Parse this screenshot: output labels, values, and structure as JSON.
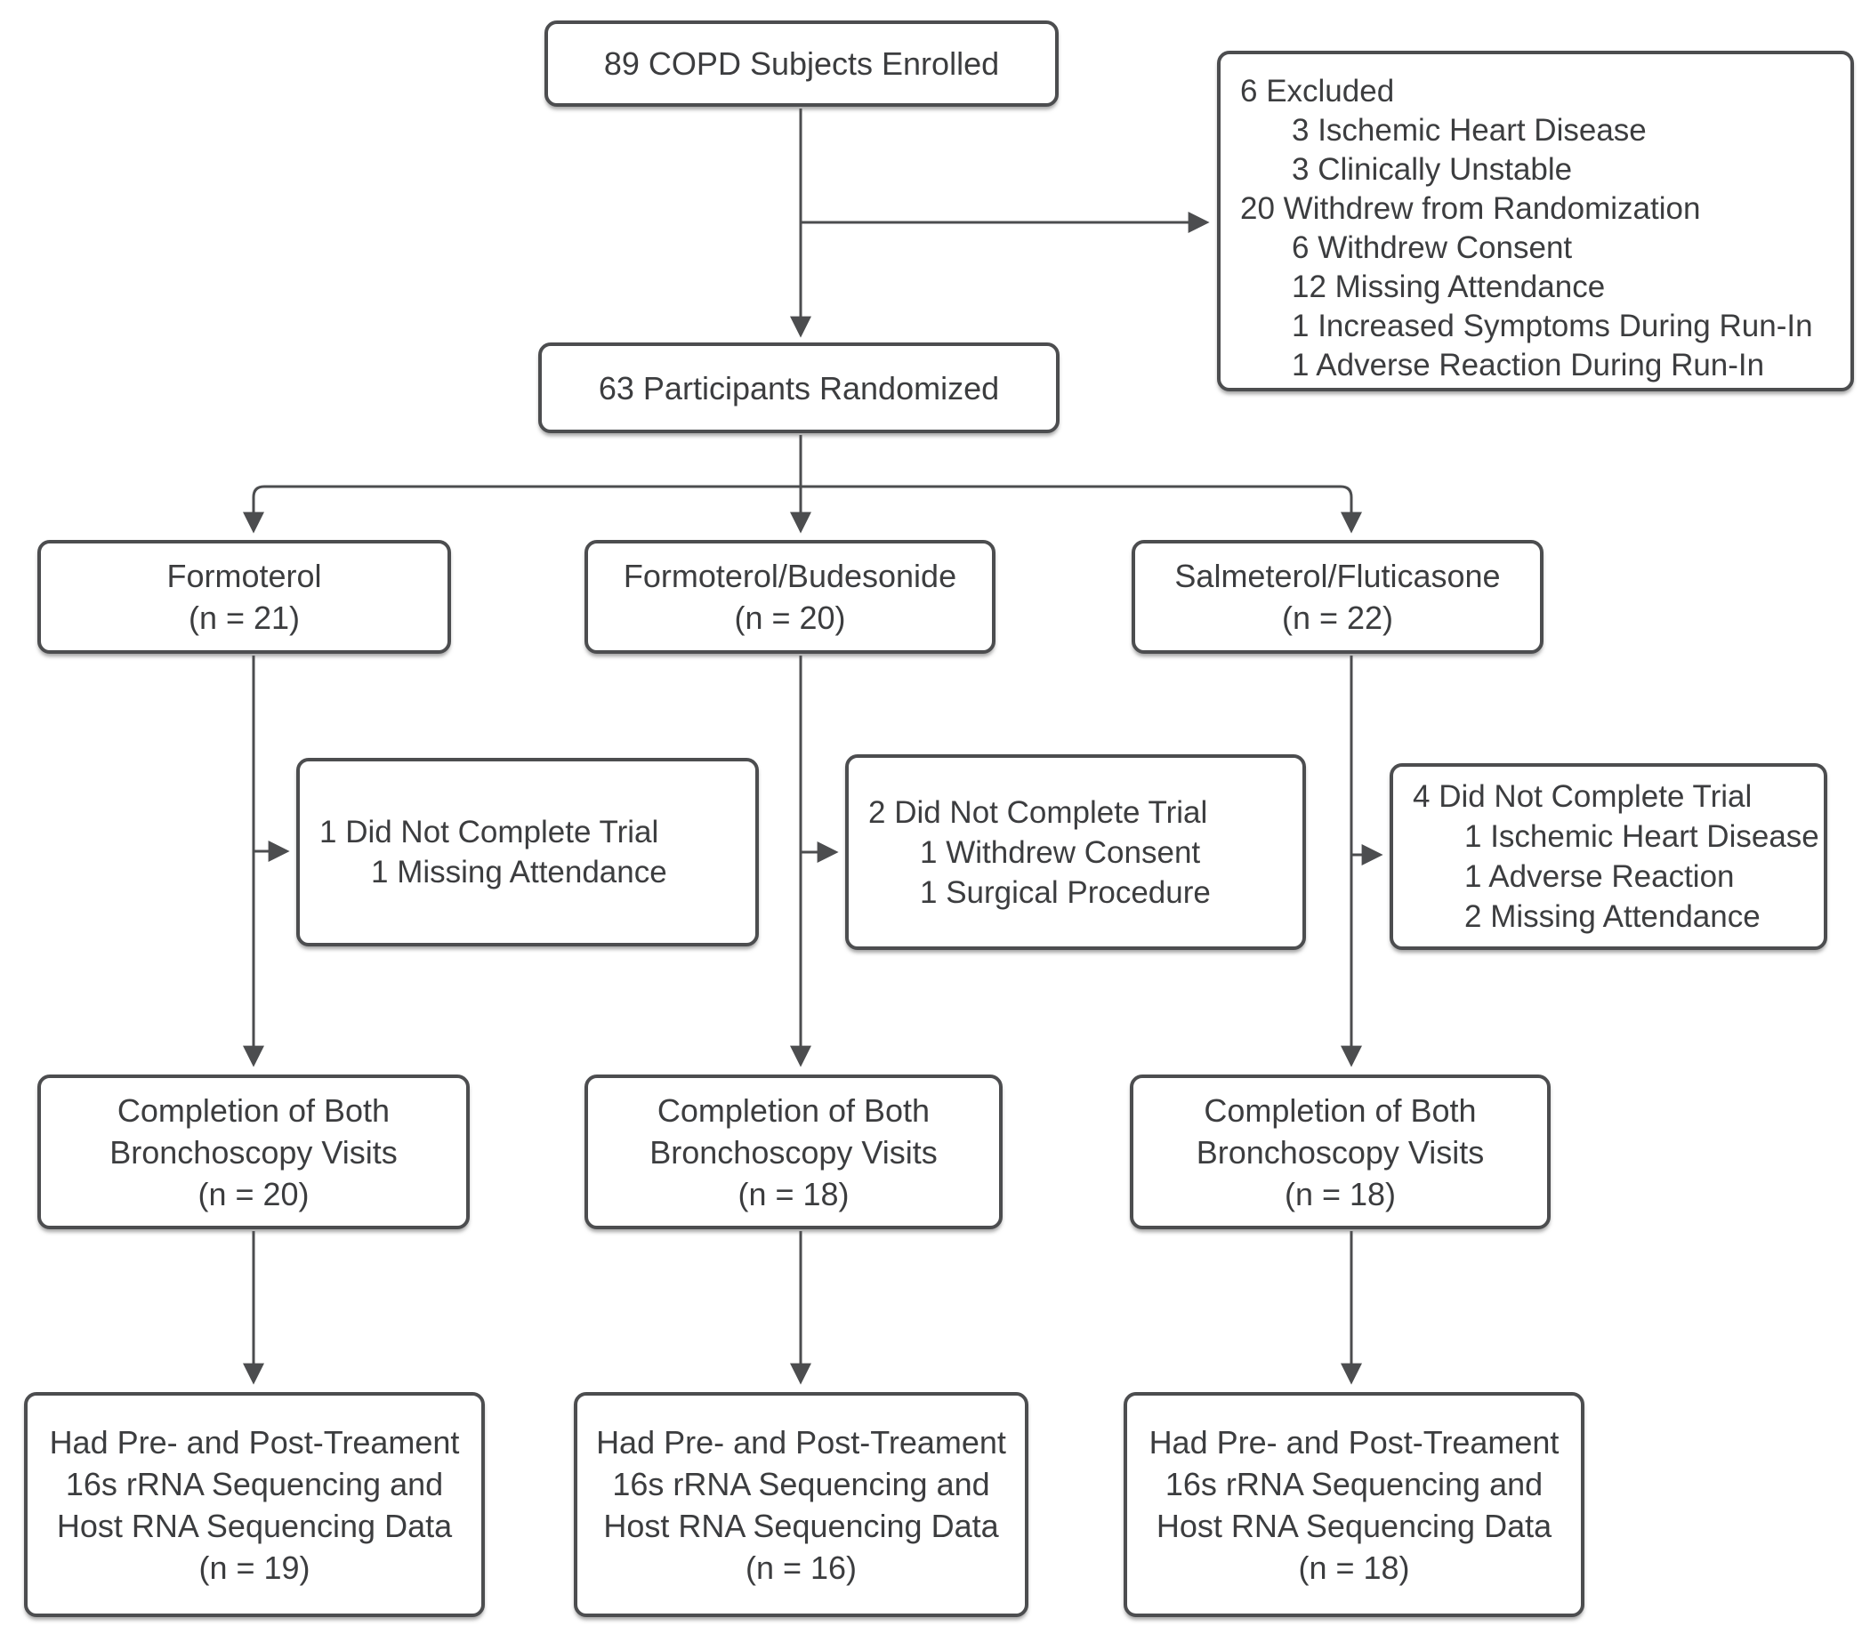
{
  "diagram": {
    "title": "COPD randomized trial participant flow",
    "background": "#ffffff",
    "line_color": "#4c4d4f",
    "text_color": "#3c3d3f",
    "boxes": {
      "enrolled": {
        "text": "89 COPD Subjects Enrolled"
      },
      "exclusions": {
        "lines": [
          "6 Excluded",
          "3 Ischemic Heart Disease",
          "3 Clinically Unstable",
          "20 Withdrew from Randomization",
          "6 Withdrew Consent",
          "12 Missing Attendance",
          "1 Increased Symptoms During Run-In",
          "1 Adverse Reaction During Run-In"
        ]
      },
      "randomized": {
        "text": "63 Participants Randomized"
      },
      "arm_formoterol": {
        "lines": [
          "Formoterol",
          "(n = 21)"
        ]
      },
      "arm_formoterol_budesonide": {
        "lines": [
          "Formoterol/Budesonide",
          "(n = 20)"
        ]
      },
      "arm_salmeterol_fluticasone": {
        "lines": [
          "Salmeterol/Fluticasone",
          "(n = 22)"
        ]
      },
      "dropout_formoterol": {
        "lines": [
          "1 Did Not Complete Trial",
          "1 Missing Attendance"
        ]
      },
      "dropout_formoterol_budesonide": {
        "lines": [
          "2 Did Not Complete Trial",
          "1 Withdrew Consent",
          "1 Surgical Procedure"
        ]
      },
      "dropout_salmeterol_fluticasone": {
        "lines": [
          "4 Did Not Complete Trial",
          "1 Ischemic Heart Disease",
          "1 Adverse Reaction",
          "2 Missing Attendance"
        ]
      },
      "completion_formoterol": {
        "lines": [
          "Completion of Both",
          "Bronchoscopy Visits",
          "(n = 20)"
        ]
      },
      "completion_formoterol_budesonide": {
        "lines": [
          "Completion of Both",
          "Bronchoscopy Visits",
          "(n = 18)"
        ]
      },
      "completion_salmeterol_fluticasone": {
        "lines": [
          "Completion of Both",
          "Bronchoscopy Visits",
          "(n = 18)"
        ]
      },
      "sequencing_formoterol": {
        "lines": [
          "Had Pre- and Post-Treament",
          "16s rRNA Sequencing and",
          "Host RNA Sequencing Data",
          "(n = 19)"
        ]
      },
      "sequencing_formoterol_budesonide": {
        "lines": [
          "Had Pre- and Post-Treament",
          "16s rRNA Sequencing and",
          "Host RNA Sequencing Data",
          "(n = 16)"
        ]
      },
      "sequencing_salmeterol_fluticasone": {
        "lines": [
          "Had Pre- and Post-Treament",
          "16s rRNA Sequencing and",
          "Host RNA Sequencing Data",
          "(n = 18)"
        ]
      }
    }
  }
}
